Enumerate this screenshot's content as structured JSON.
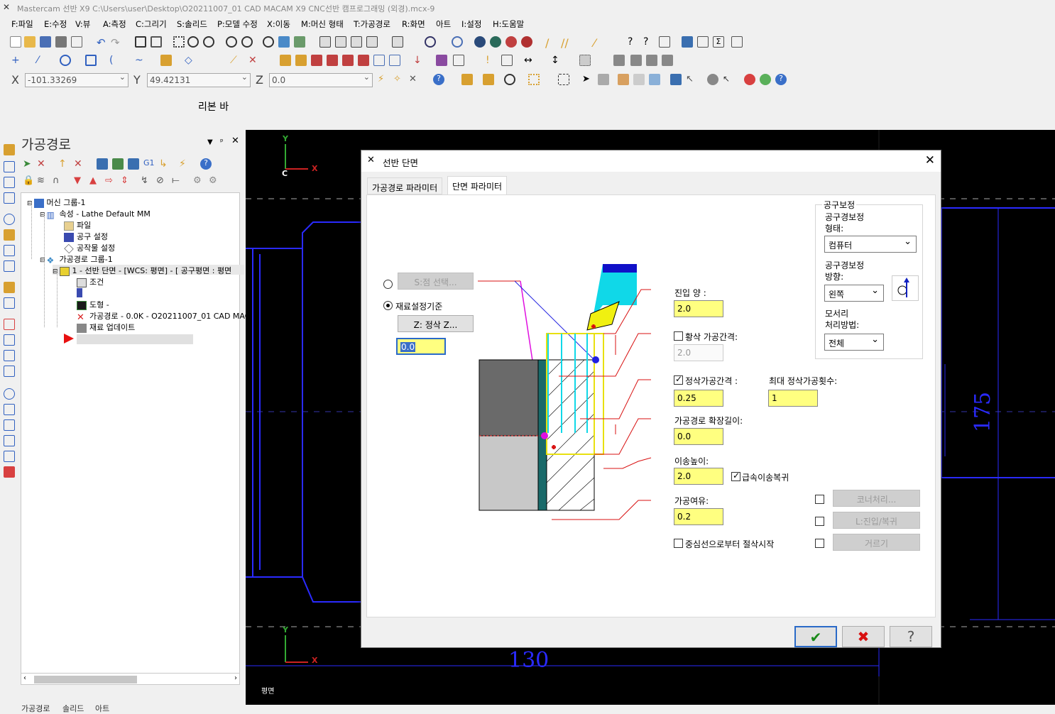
{
  "app": {
    "title": "Mastercam 선반 X9  C:\\Users\\user\\Desktop\\O20211007_01 CAD MACAM X9 CNC선반 캠프로그래밍 (외경).mcx-9"
  },
  "menu": [
    "F:파일",
    "E:수정",
    "V:뷰",
    "A:측정",
    "C:그리기",
    "S:솔리드",
    "P:모델 수정",
    "X:이동",
    "M:머신 형태",
    "T:가공경로",
    "R:화면",
    "아트",
    "I:설정",
    "H:도움말"
  ],
  "coords": {
    "x_label": "X",
    "x_value": "-101.33269",
    "y_label": "Y",
    "y_value": "49.42131",
    "z_label": "Z",
    "z_value": "0.0"
  },
  "ribbon": {
    "label": "리본 바"
  },
  "panel": {
    "title": "가공경로",
    "tree": {
      "machine_group": "머신 그룹-1",
      "properties": "속성 - Lathe Default MM",
      "files": "파일",
      "tool_settings": "공구 설정",
      "stock_setup": "공작물 설정",
      "toolpath_group": "가공경로 그룹-1",
      "op1": "1 - 선반 단면 - [WCS: 평면] - [ 공구평면 : 평면",
      "params": "조건",
      "geometry": "도형 -",
      "toolpath": "가공경로 - 0.0K - O20211007_01 CAD MAC",
      "stock_update": "재료 업데이트"
    },
    "bottom_tabs": [
      "가공경로",
      "솔리드",
      "아트"
    ]
  },
  "graphics": {
    "view_label": "평면",
    "dim_130": "130",
    "dim_175": "175",
    "axis_x": "X",
    "axis_y": "Y",
    "axis_c": "C"
  },
  "dialog": {
    "title": "선반 단면",
    "tabs": [
      "가공경로 파라미터",
      "단면 파라미터"
    ],
    "point_select": "S:점 선택...",
    "stock_ref": "재료설정기준",
    "finish_z": "Z: 정삭 Z...",
    "finish_z_value": "0.0",
    "entry_amount_label": "진입 양 :",
    "entry_amount": "2.0",
    "rough_step_label": "황삭 가공간격:",
    "rough_step": "2.0",
    "finish_step_label": "정삭가공간격 :",
    "finish_step": "0.25",
    "max_finish_passes_label": "최대 정삭가공횟수:",
    "max_finish_passes": "1",
    "overcut_label": "가공경로 확장길이:",
    "overcut": "0.0",
    "retract_label": "이송높이:",
    "retract": "2.0",
    "rapid_retract": "급속이송복귀",
    "stock_to_leave_label": "가공여유:",
    "stock_to_leave": "0.2",
    "center_start": "중심선으로부터 절삭시작",
    "comp_group": "공구보정",
    "comp_type_label": "공구경보정\n형태:",
    "comp_type": "컴퓨터",
    "comp_dir_label": "공구경보정\n방향:",
    "comp_dir": "왼쪽",
    "corner_label": "모서리\n처리방법:",
    "corner": "전체",
    "corner_btn": "코너처리...",
    "leadinout_btn": "L:진입/복귀",
    "filter_btn": "거르기",
    "ok": "✔",
    "cancel": "✖",
    "help": "?"
  }
}
